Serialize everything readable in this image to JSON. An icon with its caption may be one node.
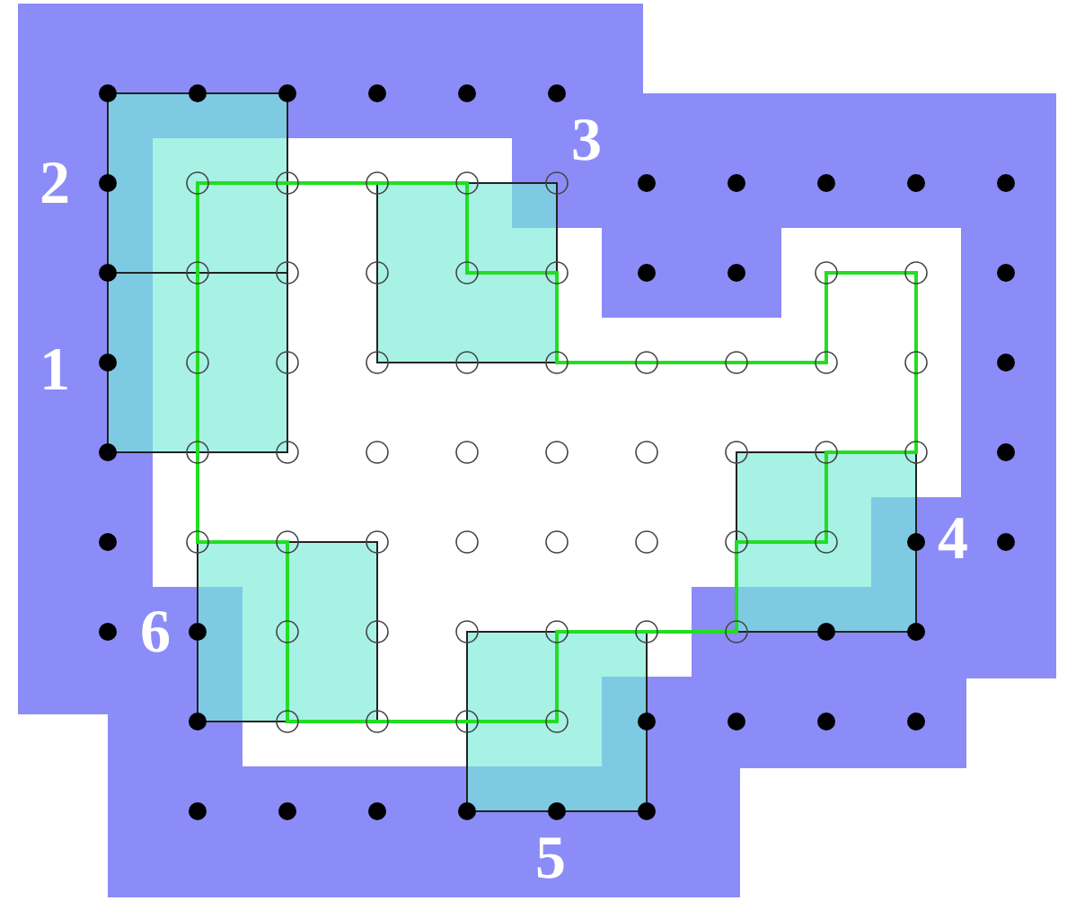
{
  "diagram": {
    "labels": [
      "2",
      "3",
      "1",
      "4",
      "6",
      "5"
    ]
  }
}
